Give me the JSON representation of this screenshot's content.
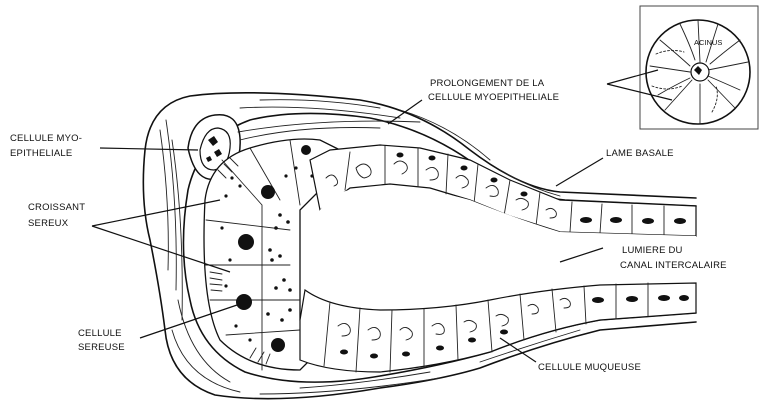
{
  "labels": {
    "acinus": "ACINUS",
    "prolongement_line1": "PROLONGEMENT DE LA",
    "prolongement_line2": "CELLULE MYOEPITHELIALE",
    "myo_line1": "CELLULE MYO-",
    "myo_line2": "EPITHELIALE",
    "lame_basale": "LAME BASALE",
    "croissant_line1": "CROISSANT",
    "croissant_line2": "SEREUX",
    "lumiere_line1": "LUMIERE DU",
    "lumiere_line2": "CANAL INTERCALAIRE",
    "sereuse_line1": "CELLULE",
    "sereuse_line2": "SEREUSE",
    "muqueuse": "CELLULE MUQUEUSE"
  }
}
